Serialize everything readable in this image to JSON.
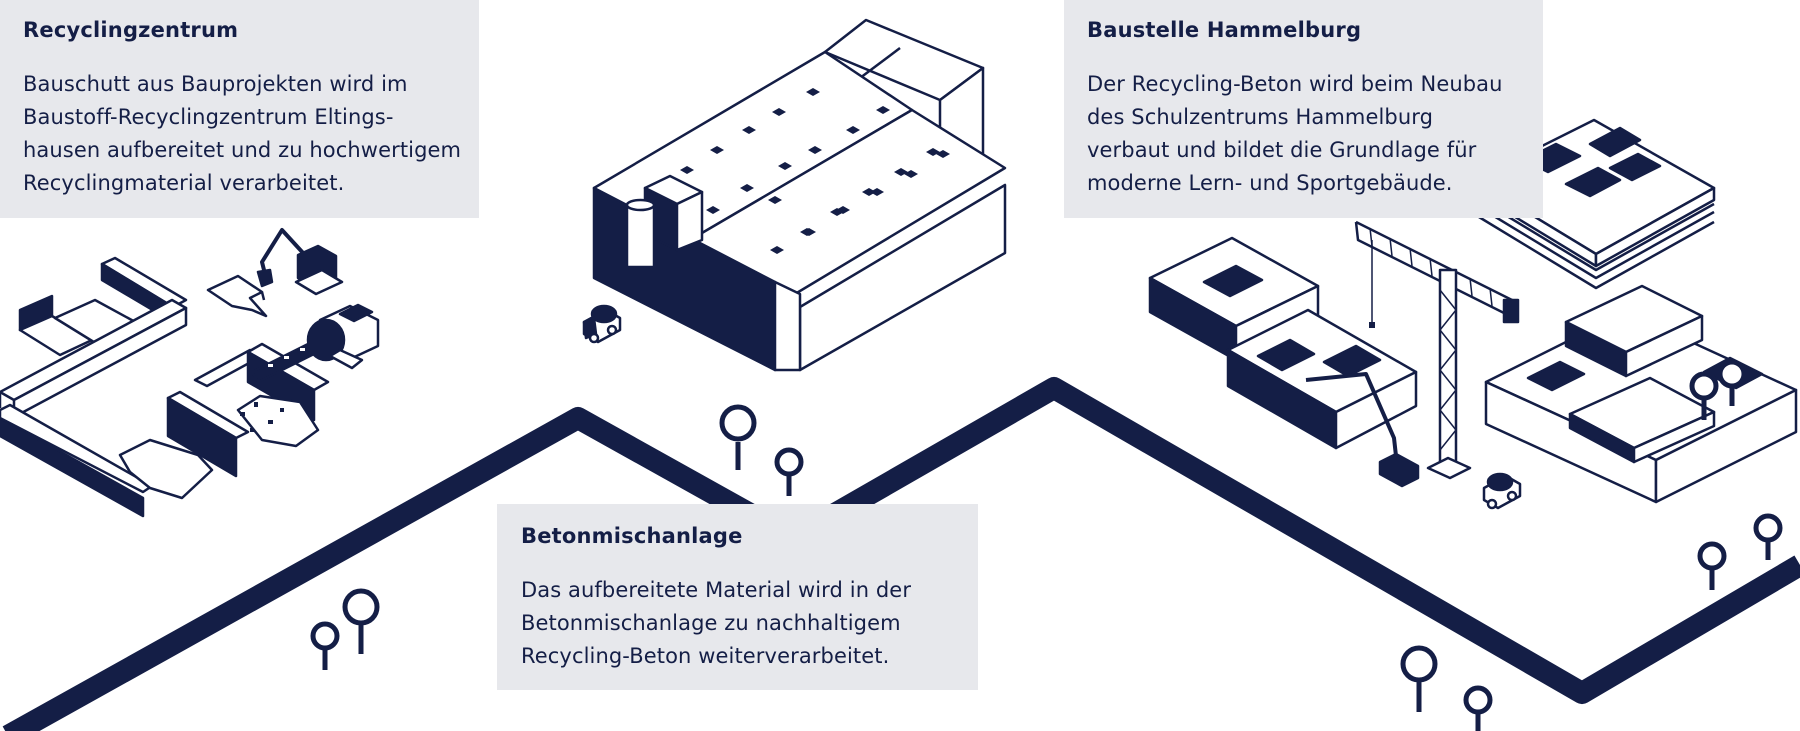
{
  "colors": {
    "navy": "#141e46",
    "panel": "#e7e8ec",
    "background": "#ffffff"
  },
  "stations": [
    {
      "title": "Recyclingzentrum",
      "text": "Bauschutt aus Bauprojekten wird im\nBaustoff-Recyclingzentrum Eltings-\nhausen aufbereitet und zu hochwertigem\nRecyclingmaterial verarbeitet."
    },
    {
      "title": "Betonmischanlage",
      "text": "Das aufbereitete Material wird in der\nBetonmischanlage zu nachhaltigem\nRecycling-Beton weiterverarbeitet."
    },
    {
      "title": "Baustelle Hammelburg",
      "text": "Der Recycling-Beton wird beim Neubau\ndes Schulzentrums Hammelburg\nverbaut und bildet die Grundlage für\nmoderne Lern- und Sportgebäude."
    }
  ],
  "icons": [
    "excavator-icon",
    "crusher-icon",
    "cement-mixer-truck-icon",
    "silo-icon",
    "tower-crane-icon",
    "concrete-pump-icon",
    "tree-icon"
  ]
}
